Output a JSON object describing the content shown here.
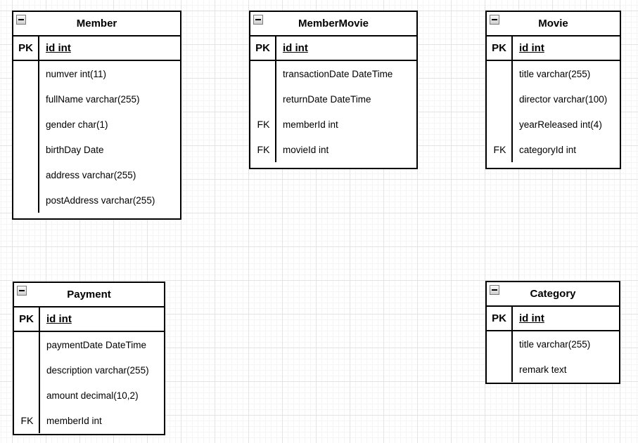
{
  "canvas": {
    "background_color": "#ffffff",
    "grid_minor_color": "#f4f4f4",
    "grid_major_color": "#e3e3e3",
    "line_color": "#000000"
  },
  "icons": {
    "collapse": "minus-box"
  },
  "entities": [
    {
      "name": "Member",
      "pk": {
        "key": "PK",
        "field": "id int"
      },
      "rows": [
        {
          "key": "",
          "field": "numver int(11)"
        },
        {
          "key": "",
          "field": "fullName varchar(255)"
        },
        {
          "key": "",
          "field": "gender char(1)"
        },
        {
          "key": "",
          "field": "birthDay Date"
        },
        {
          "key": "",
          "field": "address varchar(255)"
        },
        {
          "key": "",
          "field": "postAddress varchar(255)"
        }
      ]
    },
    {
      "name": "MemberMovie",
      "pk": {
        "key": "PK",
        "field": "id int"
      },
      "rows": [
        {
          "key": "",
          "field": "transactionDate DateTime"
        },
        {
          "key": "",
          "field": "returnDate DateTime"
        },
        {
          "key": "FK",
          "field": "memberId int"
        },
        {
          "key": "FK",
          "field": "movieId int"
        }
      ]
    },
    {
      "name": "Movie",
      "pk": {
        "key": "PK",
        "field": "id int"
      },
      "rows": [
        {
          "key": "",
          "field": "title varchar(255)"
        },
        {
          "key": "",
          "field": "director varchar(100)"
        },
        {
          "key": "",
          "field": "yearReleased int(4)"
        },
        {
          "key": "FK",
          "field": "categoryId int"
        }
      ]
    },
    {
      "name": "Payment",
      "pk": {
        "key": "PK",
        "field": "id int"
      },
      "rows": [
        {
          "key": "",
          "field": "paymentDate DateTime"
        },
        {
          "key": "",
          "field": "description varchar(255)"
        },
        {
          "key": "",
          "field": "amount decimal(10,2)"
        },
        {
          "key": "FK",
          "field": "memberId int"
        }
      ]
    },
    {
      "name": "Category",
      "pk": {
        "key": "PK",
        "field": "id int"
      },
      "rows": [
        {
          "key": "",
          "field": "title varchar(255)"
        },
        {
          "key": "",
          "field": "remark text"
        }
      ]
    }
  ]
}
